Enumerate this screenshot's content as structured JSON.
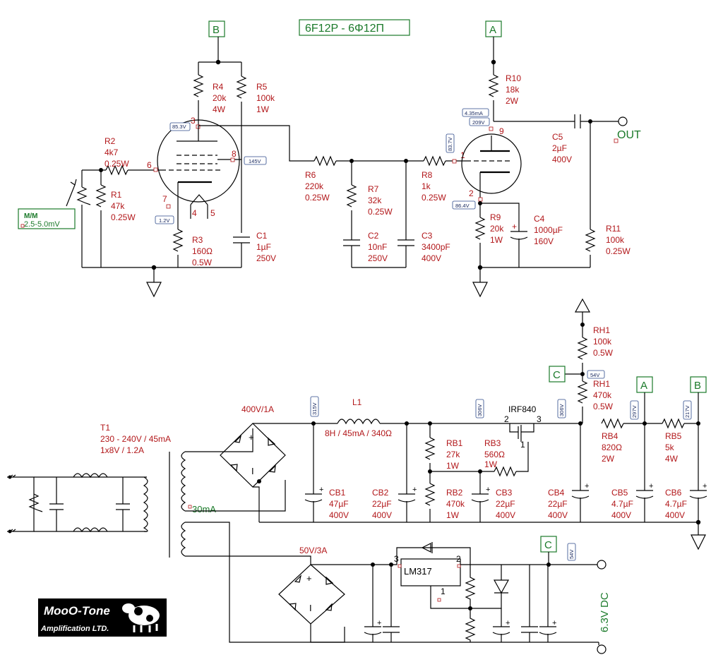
{
  "title": "6F12P - 6Φ12П",
  "connectors": {
    "B_top": "B",
    "A_top": "A",
    "A_psu": "A",
    "B_psu": "B",
    "C_heater": "C",
    "C_psu": "C"
  },
  "output_label": "OUT",
  "input": {
    "label": "M/M",
    "range": "2.5-5.0mV"
  },
  "components": {
    "R4": {
      "ref": "R4",
      "value": "20k",
      "rating": "4W"
    },
    "R5": {
      "ref": "R5",
      "value": "100k",
      "rating": "1W"
    },
    "R2": {
      "ref": "R2",
      "value": "4k7",
      "rating": "0.25W"
    },
    "R1": {
      "ref": "R1",
      "value": "47k",
      "rating": "0.25W"
    },
    "R3": {
      "ref": "R3",
      "value": "160Ω",
      "rating": "0.5W"
    },
    "C1": {
      "ref": "C1",
      "value": "1µF",
      "rating": "250V"
    },
    "R6": {
      "ref": "R6",
      "value": "220k",
      "rating": "0.25W"
    },
    "R7": {
      "ref": "R7",
      "value": "32k",
      "rating": "0.25W"
    },
    "C2": {
      "ref": "C2",
      "value": "10nF",
      "rating": "250V"
    },
    "C3": {
      "ref": "C3",
      "value": "3400pF",
      "rating": "400V"
    },
    "R8": {
      "ref": "R8",
      "value": "1k",
      "rating": "0.25W"
    },
    "R10": {
      "ref": "R10",
      "value": "18k",
      "rating": "2W"
    },
    "R9": {
      "ref": "R9",
      "value": "20k",
      "rating": "1W"
    },
    "C4": {
      "ref": "C4",
      "value": "1000µF",
      "rating": "160V"
    },
    "C5": {
      "ref": "C5",
      "value": "2µF",
      "rating": "400V"
    },
    "R11": {
      "ref": "R11",
      "value": "100k",
      "rating": "0.25W"
    },
    "T1": {
      "ref": "T1",
      "primary": "230 - 240V / 45mA",
      "secondary": "1x8V / 1.2A"
    },
    "L1": {
      "ref": "L1",
      "spec": "8H / 45mA / 340Ω"
    },
    "RB1": {
      "ref": "RB1",
      "value": "27k",
      "rating": "1W"
    },
    "RB2": {
      "ref": "RB2",
      "value": "470k",
      "rating": "1W"
    },
    "RB3": {
      "ref": "RB3",
      "value": "560Ω",
      "rating": "1W"
    },
    "Q1": {
      "ref": "IRF840"
    },
    "CB1": {
      "ref": "CB1",
      "value": "47µF",
      "rating": "400V"
    },
    "CB2": {
      "ref": "CB2",
      "value": "22µF",
      "rating": "400V"
    },
    "CB3": {
      "ref": "CB3",
      "value": "22µF",
      "rating": "400V"
    },
    "CB4": {
      "ref": "CB4",
      "value": "22µF",
      "rating": "400V"
    },
    "CB5": {
      "ref": "CB5",
      "value": "4.7µF",
      "rating": "400V"
    },
    "CB6": {
      "ref": "CB6",
      "value": "4.7µF",
      "rating": "400V"
    },
    "RB4": {
      "ref": "RB4",
      "value": "820Ω",
      "rating": "2W"
    },
    "RB5": {
      "ref": "RB5",
      "value": "5k",
      "rating": "4W"
    },
    "RH1a": {
      "ref": "RH1",
      "value": "100k",
      "rating": "0.5W"
    },
    "RH1b": {
      "ref": "RH1",
      "value": "470k",
      "rating": "0.5W"
    },
    "U1": {
      "ref": "LM317"
    }
  },
  "ratings": {
    "hv_bridge": "400V/1A",
    "lv_bridge": "50V/3A",
    "winding_current": "30mA",
    "heater_out": "6.3V DC"
  },
  "tube_pins": {
    "v1_plate": "3",
    "v1_grid": "6",
    "v1_screen": "8",
    "v1_cathode": "7",
    "v1_heater_a": "4",
    "v1_heater_b": "5",
    "v2_plate": "9",
    "v2_grid": "1",
    "v2_cathode": "2"
  },
  "pin_numbers": {
    "q_gate": "2",
    "q_drain": "3",
    "q_source": "1",
    "u_in": "3",
    "u_out": "2",
    "u_adj": "1"
  },
  "voltage_tags": {
    "v1_plate": "85.3V",
    "v1_screen": "145V",
    "v1_cathode": "1.2V",
    "v2_grid": "83.7V",
    "v2_current": "4.35mA",
    "v2_plate": "209V",
    "v2_cathode": "86.4V",
    "rect": "315V",
    "l1_out": "306V",
    "q_out": "306V",
    "node_a": "297V",
    "node_b": "217V",
    "heater_ref": "54V",
    "heater_dc": "54V"
  },
  "logo": {
    "line1": "MooO-Tone",
    "line2": "Amplification LTD."
  }
}
